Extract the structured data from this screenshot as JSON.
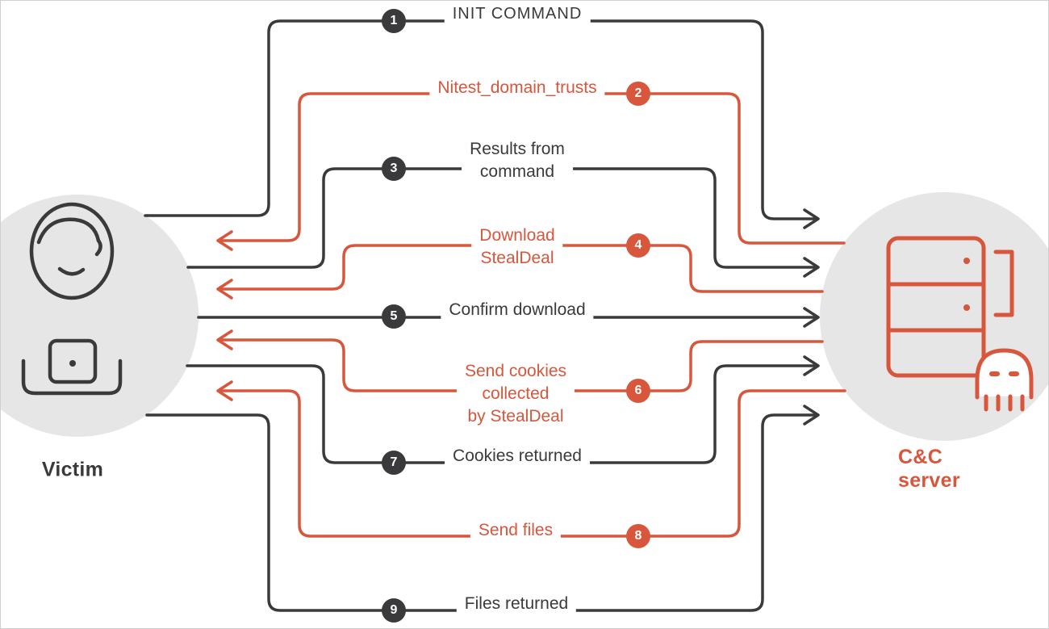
{
  "palette": {
    "dark": "#3a3a3c",
    "red": "#d8563c",
    "circle_fill": "#e6e6e6",
    "background": "#ffffff",
    "border": "#cfcfcf"
  },
  "entities": {
    "victim": {
      "label": "Victim",
      "icons": [
        "person-icon",
        "laptop-icon"
      ]
    },
    "server": {
      "label": "C&C server",
      "icons": [
        "server-cabinet-icon",
        "skull-icon"
      ]
    }
  },
  "flows": [
    {
      "number": "1",
      "label": "INIT COMMAND",
      "direction": "victim-to-server",
      "color": "#3a3a3c"
    },
    {
      "number": "2",
      "label": "Nitest_domain_trusts",
      "direction": "server-to-victim",
      "color": "#d8563c"
    },
    {
      "number": "3",
      "label": "Results from\ncommand",
      "direction": "victim-to-server",
      "color": "#3a3a3c"
    },
    {
      "number": "4",
      "label": "Download\nStealDeal",
      "direction": "server-to-victim",
      "color": "#d8563c"
    },
    {
      "number": "5",
      "label": "Confirm download",
      "direction": "victim-to-server",
      "color": "#3a3a3c"
    },
    {
      "number": "6",
      "label": "Send cookies\ncollected\nby StealDeal",
      "direction": "server-to-victim",
      "color": "#d8563c"
    },
    {
      "number": "7",
      "label": "Cookies returned",
      "direction": "victim-to-server",
      "color": "#3a3a3c"
    },
    {
      "number": "8",
      "label": "Send files",
      "direction": "server-to-victim",
      "color": "#d8563c"
    },
    {
      "number": "9",
      "label": "Files returned",
      "direction": "victim-to-server",
      "color": "#3a3a3c"
    }
  ]
}
